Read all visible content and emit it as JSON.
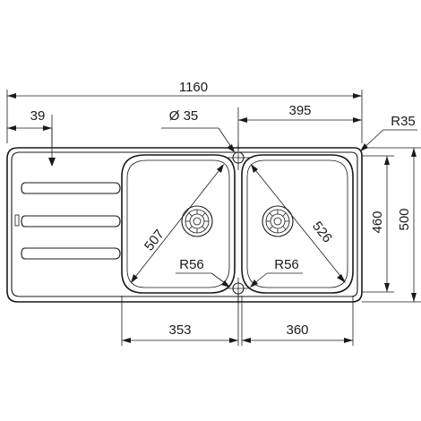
{
  "drawing": {
    "dimensions": {
      "overall_width": "1160",
      "drainer_offset": "39",
      "drain_hole": "Ø 35",
      "bowl_offset": "395",
      "corner_radius_outer": "R35",
      "overall_depth": "500",
      "inner_depth": "460",
      "diagonal_left": "507",
      "diagonal_right": "526",
      "radius_left": "R56",
      "radius_right": "R56",
      "bowl_left_width": "353",
      "bowl_right_width": "360"
    }
  }
}
